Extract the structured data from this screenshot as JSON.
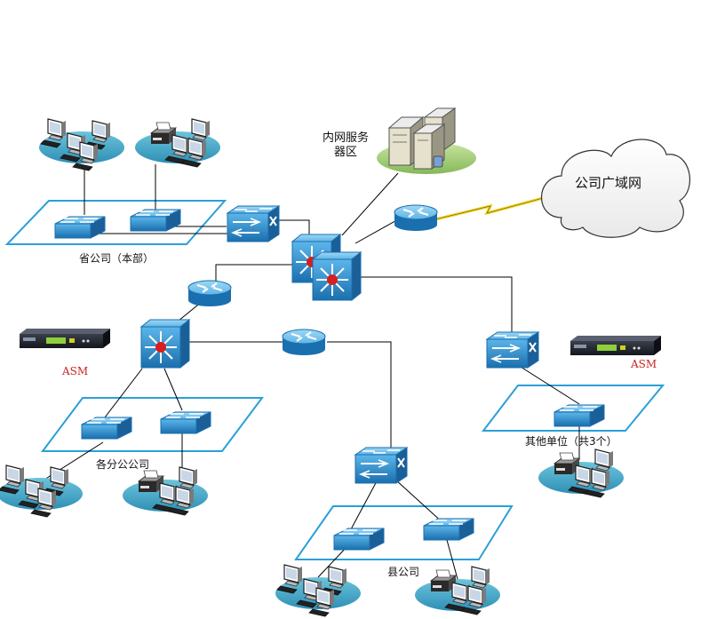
{
  "labels": {
    "province": "省公司（本部）",
    "server_zone_line1": "内网服务",
    "server_zone_line2": "器区",
    "wan": "公司广域网",
    "asm_left": "ASM",
    "asm_right": "ASM",
    "branches": "各分公公司",
    "others": "其他单位（共3个）",
    "county": "县公司"
  },
  "colors": {
    "cisco_blue": "#2a86c8",
    "zone_border": "#2aa0d8",
    "lan_pad": "#3aa7c9",
    "asm_label": "#cc2222",
    "link": "#000000",
    "wireless": "#f0d020"
  }
}
